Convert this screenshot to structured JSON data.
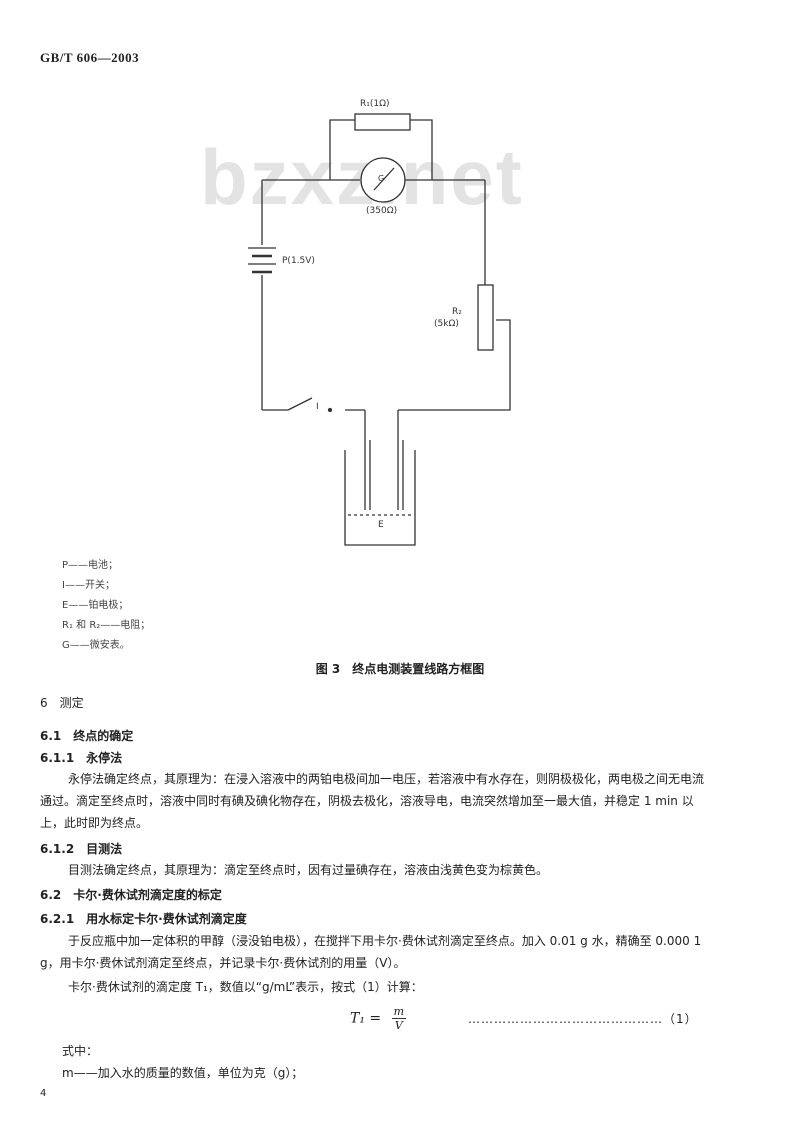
{
  "header": {
    "standard_no": "GB/T 606—2003"
  },
  "watermark": "bzxz.net",
  "figure": {
    "r1_label": "R₁(1Ω)",
    "g_label": "(350Ω)",
    "g_symbol": "G",
    "battery_label": "P(1.5V)",
    "r2_label": "R₂",
    "r2_value": "(5kΩ)",
    "switch_label": "I",
    "electrode_label": "E",
    "legend": [
      "P——电池；",
      "I——开关；",
      "E——铂电极；",
      "R₁ 和 R₂——电阻；",
      "G——微安表。"
    ],
    "caption": "图 3　终点电测装置线路方框图"
  },
  "sections": {
    "s6": "6　测定",
    "s6_1": "6.1　终点的确定",
    "s6_1_1": "6.1.1　永停法",
    "p_6_1_1": "永停法确定终点，其原理为：在浸入溶液中的两铂电极间加一电压，若溶液中有水存在，则阴极极化，两电极之间无电流通过。滴定至终点时，溶液中同时有碘及碘化物存在，阴极去极化，溶液导电，电流突然增加至一最大值，并稳定 1 min 以上，此时即为终点。",
    "s6_1_2": "6.1.2　目测法",
    "p_6_1_2": "目测法确定终点，其原理为：滴定至终点时，因有过量碘存在，溶液由浅黄色变为棕黄色。",
    "s6_2": "6.2　卡尔·费休试剂滴定度的标定",
    "s6_2_1": "6.2.1　用水标定卡尔·费休试剂滴定度",
    "p_6_2_1a": "于反应瓶中加一定体积的甲醇（浸没铂电极），在搅拌下用卡尔·费休试剂滴定至终点。加入 0.01 g 水，精确至 0.000 1 g，用卡尔·费休试剂滴定至终点，并记录卡尔·费休试剂的用量（V）。",
    "p_6_2_1b": "卡尔·费休试剂的滴定度 T₁，数值以“g/mL”表示，按式（1）计算：",
    "formula_lhs": "T₁ =",
    "formula_num": "m",
    "formula_den": "V",
    "formula_no": "（1）",
    "where": "式中：",
    "def_m": "m——加入水的质量的数值，单位为克（g）；"
  },
  "page_number": "4"
}
